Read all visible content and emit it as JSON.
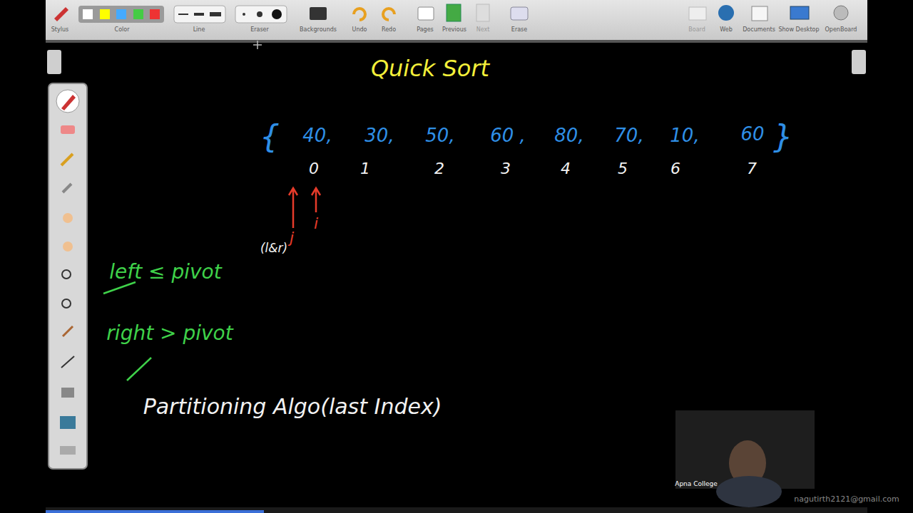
{
  "diagram": {
    "title": "Quick Sort",
    "labels": [
      "Stylus",
      "Color",
      "Line",
      "Eraser",
      "Backgrounds",
      "Undo",
      "Redo",
      "Pages",
      "Previous",
      "Next",
      "Erase",
      "Board",
      "Web",
      "Documents",
      "Show Desktop",
      "OpenBoard",
      "{",
      "40,",
      "30,",
      "50,",
      "60 ,",
      "80,",
      "70,",
      "10,",
      "60",
      "}",
      "0",
      "1",
      "2",
      "3",
      "4",
      "5",
      "6",
      "7",
      "j",
      "i",
      "(l&r)",
      "left ≤ pivot",
      "right > pivot",
      "Partitioning Algo(last Index)",
      "Apna College",
      "nagutirth2121@gmail.com"
    ]
  }
}
